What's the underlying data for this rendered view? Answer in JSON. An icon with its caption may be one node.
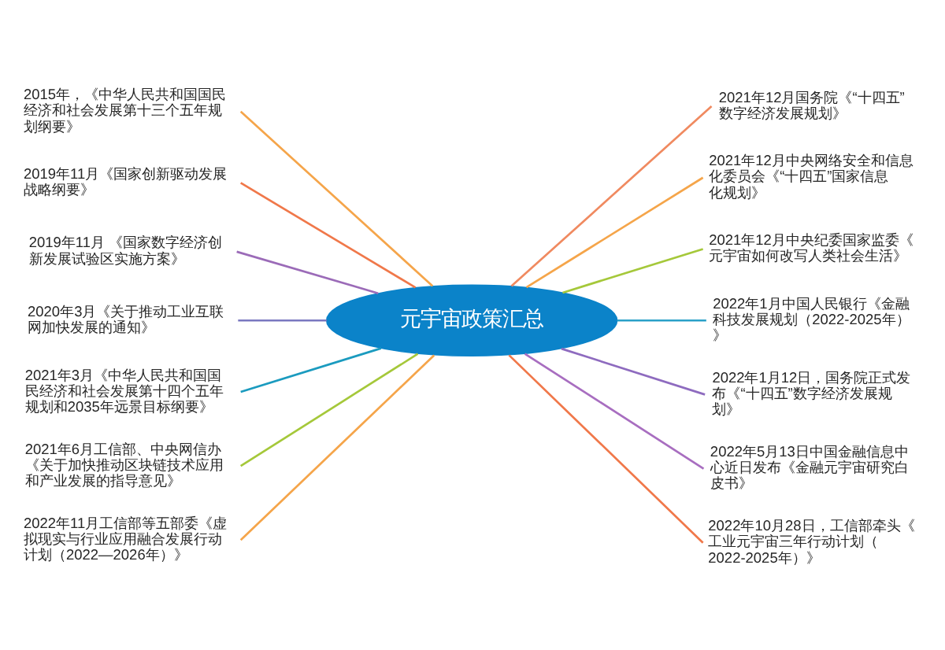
{
  "diagram": {
    "nodes": [
      {
        "text": [
          "元宇宙政策汇总"
        ]
      },
      {
        "text": [
          "2015年，《中华人民共和国国民经济和社会发展第十三个五年规划纲要》"
        ]
      },
      {
        "text": [
          "2019年11月《国家创新驱动发展战略纲要》"
        ]
      },
      {
        "text": [
          "2019年11月 《国家数字经济创新发展试验区实施方案》"
        ]
      },
      {
        "text": [
          "2020年3月《关于推动工业互联网加快发展的通知》"
        ]
      },
      {
        "text": [
          "2021年3月《中华人民共和国国民经济和社会发展第十四个五年规划和2035年远景目标纲要》"
        ]
      },
      {
        "text": [
          "2021年6月工信部、中央网信办《关于加快推动区块链技术应用和产业发展的指导意见》"
        ]
      },
      {
        "text": [
          "2022年11月工信部等五部委《虚拟现实与行业应用融合发展行动计划（2022—2026年）》"
        ]
      },
      {
        "text": [
          "2021年12月国务院《“十四五”数字经济发展规划》"
        ]
      },
      {
        "text": [
          "2021年12月中央网络安全和信息化委员会《“十四五”国家信息化规划》"
        ]
      },
      {
        "text": [
          "2021年12月中央纪委国家监委《元宇宙如何改写人类社会生活》"
        ]
      },
      {
        "text": [
          "2022年1月中国人民银行《金融科技发展规划（2022-2025年）》"
        ]
      },
      {
        "text": [
          "2022年1月12日，国务院正式发布《“十四五”数字经济发展规划》"
        ]
      },
      {
        "text": [
          "2022年5月13日中国金融信息中心近日发布《金融元宇宙研究白皮书》"
        ]
      },
      {
        "text": [
          "2022年10月28日，工信部牵头《工业元宇宙三年行动计划（2022-2025年）》"
        ]
      }
    ],
    "edges": [
      {
        "from": 0,
        "to": 1,
        "arrow": "none",
        "color": "#f5a54a"
      },
      {
        "from": 0,
        "to": 2,
        "arrow": "none",
        "color": "#f0784a"
      },
      {
        "from": 0,
        "to": 3,
        "arrow": "none",
        "color": "#9b6bb8"
      },
      {
        "from": 0,
        "to": 4,
        "arrow": "none",
        "color": "#7a78c0"
      },
      {
        "from": 0,
        "to": 5,
        "arrow": "none",
        "color": "#1b9bbf"
      },
      {
        "from": 0,
        "to": 6,
        "arrow": "none",
        "color": "#a5c83a"
      },
      {
        "from": 0,
        "to": 7,
        "arrow": "none",
        "color": "#f5a54a"
      },
      {
        "from": 0,
        "to": 8,
        "arrow": "none",
        "color": "#f08a60"
      },
      {
        "from": 0,
        "to": 9,
        "arrow": "none",
        "color": "#f5a54a"
      },
      {
        "from": 0,
        "to": 10,
        "arrow": "none",
        "color": "#a5c83a"
      },
      {
        "from": 0,
        "to": 11,
        "arrow": "none",
        "color": "#2aa0c8"
      },
      {
        "from": 0,
        "to": 12,
        "arrow": "none",
        "color": "#8e6bbf"
      },
      {
        "from": 0,
        "to": 13,
        "arrow": "none",
        "color": "#a86ec0"
      },
      {
        "from": 0,
        "to": 14,
        "arrow": "none",
        "color": "#f0784a"
      }
    ]
  }
}
